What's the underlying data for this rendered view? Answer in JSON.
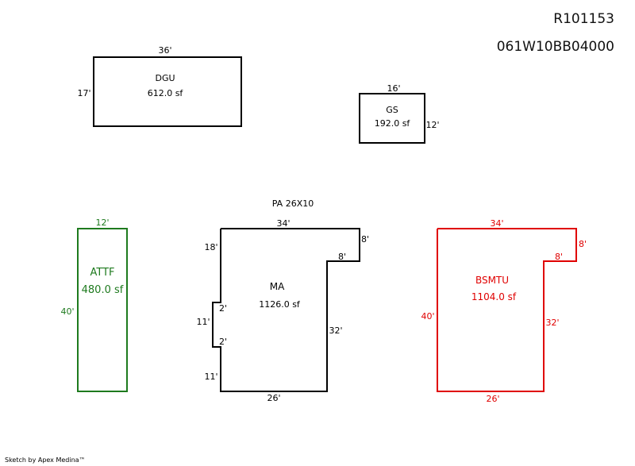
{
  "header": {
    "parcel_id": "R101153",
    "map_number": "061W10BB04000"
  },
  "footer": "Sketch by Apex Medina™",
  "colors": {
    "black": "#000000",
    "green": "#1e7a1e",
    "red": "#e00000"
  },
  "areas": {
    "dgu": {
      "name": "DGU",
      "sf": "612.0 sf",
      "top": "36'",
      "side": "17'"
    },
    "gs": {
      "name": "GS",
      "sf": "192.0 sf",
      "top": "16'",
      "side": "12'"
    },
    "pa": {
      "label": "PA 26X10"
    },
    "attf": {
      "name": "ATTF",
      "sf": "480.0 sf",
      "top": "12'",
      "side": "40'"
    },
    "ma": {
      "name": "MA",
      "sf": "1126.0 sf",
      "top": "34'",
      "right_upper": "8'",
      "notch": "8'",
      "right_lower": "32'",
      "bottom": "26'",
      "left_upper": "18'",
      "jog_top": "2'",
      "jog_mid": "11'",
      "jog_bottom": "2'",
      "left_lower": "11'"
    },
    "bsmtu": {
      "name": "BSMTU",
      "sf": "1104.0 sf",
      "top": "34'",
      "right_upper": "8'",
      "notch": "8'",
      "right_lower": "32'",
      "bottom": "26'",
      "left": "40'"
    }
  }
}
